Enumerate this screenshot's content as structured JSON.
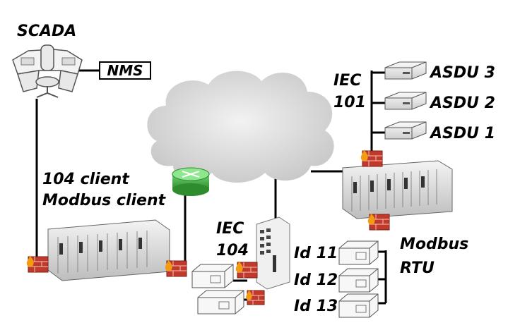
{
  "labels": {
    "scada": "SCADA",
    "nms": "NMS",
    "client_line1": "104 client",
    "client_line2": "Modbus client",
    "iec101_line1": "IEC",
    "iec101_line2": "101",
    "asdu3": "ASDU 3",
    "asdu2": "ASDU 2",
    "asdu1": "ASDU 1",
    "iec104_line1": "IEC",
    "iec104_line2": "104",
    "modbus_line1": "Modbus",
    "modbus_line2": "RTU",
    "id11": "Id 11",
    "id12": "Id 12",
    "id13": "Id 13"
  },
  "colors": {
    "cloud": "#d9d9d9",
    "router": "#3aa83a",
    "firewall": "#c0392b",
    "flame": "#f39c12",
    "line": "#000000"
  }
}
